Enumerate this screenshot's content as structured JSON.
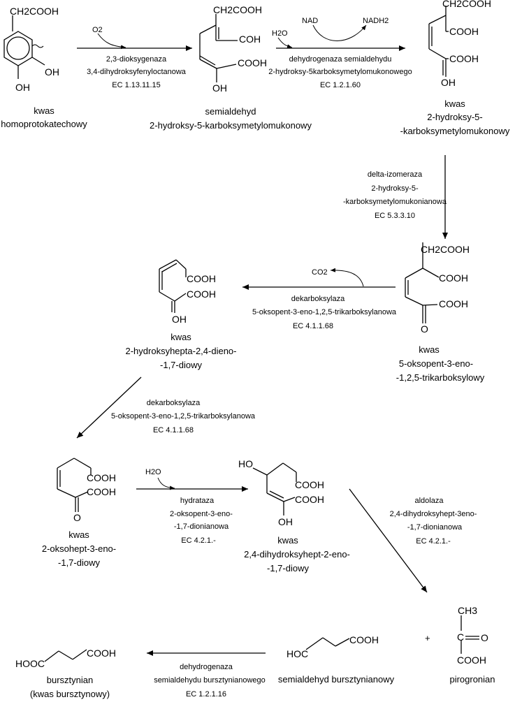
{
  "compounds": {
    "c1": {
      "group_top": "CH2COOH",
      "group_oh1": "OH",
      "group_oh2": "OH",
      "name_line1": "kwas",
      "name_line2": "homoprotokatechowy"
    },
    "c2": {
      "group_top": "CH2COOH",
      "group_cho": "COH",
      "group_cooh": "COOH",
      "group_oh": "OH",
      "name_line1": "semialdehyd",
      "name_line2": "2-hydroksy-5-karboksymetylomukonowy"
    },
    "c3": {
      "group_top": "CH2COOH",
      "group_cooh1": "COOH",
      "group_cooh2": "COOH",
      "group_oh": "OH",
      "name_line1": "kwas",
      "name_line2": "2-hydroksy-5-",
      "name_line3": "-karboksymetylomukonowy"
    },
    "c4": {
      "group_top": "CH2COOH",
      "group_cooh1": "COOH",
      "group_cooh2": "COOH",
      "group_o": "O",
      "name_line1": "kwas",
      "name_line2": "5-oksopent-3-eno-",
      "name_line3": "-1,2,5-trikarboksylowy"
    },
    "c5": {
      "group_cooh1": "COOH",
      "group_cooh2": "COOH",
      "group_oh": "OH",
      "name_line1": "kwas",
      "name_line2": "2-hydroksyhepta-2,4-dieno-",
      "name_line3": "-1,7-diowy"
    },
    "c6": {
      "group_cooh1": "COOH",
      "group_cooh2": "COOH",
      "group_o": "O",
      "name_line1": "kwas",
      "name_line2": "2-oksohept-3-eno-",
      "name_line3": "-1,7-diowy"
    },
    "c7": {
      "group_ho": "HO",
      "group_cooh1": "COOH",
      "group_cooh2": "COOH",
      "group_oh": "OH",
      "name_line1": "kwas",
      "name_line2": "2,4-dihydroksyhept-2-eno-",
      "name_line3": "-1,7-diowy"
    },
    "c8": {
      "group_hoc": "HOC",
      "group_cooh": "COOH",
      "name": "semialdehyd bursztynianowy"
    },
    "c9": {
      "group_ch3": "CH3",
      "group_o": "O",
      "group_cooh": "COOH",
      "plus": "+",
      "name": "pirogronian"
    },
    "c10": {
      "group_hooc": "HOOC",
      "group_cooh": "COOH",
      "name_line1": "bursztynian",
      "name_line2": "(kwas bursztynowy)"
    }
  },
  "reactions": {
    "r1": {
      "cofactor": "O2",
      "enzyme_line1": "2,3-dioksygenaza",
      "enzyme_line2": "3,4-dihydroksyfenyloctanowa",
      "ec": "EC 1.13.11.15"
    },
    "r2": {
      "cofactor_in": "H2O",
      "nad": "NAD",
      "nadh": "NADH2",
      "enzyme_line1": "dehydrogenaza semialdehydu",
      "enzyme_line2": "2-hydroksy-5karboksymetylomukonowego",
      "ec": "EC 1.2.1.60"
    },
    "r3": {
      "enzyme_line1": "delta-izomeraza",
      "enzyme_line2": "2-hydroksy-5-",
      "enzyme_line3": "-karboksymetylomukonianowa",
      "ec": "EC 5.3.3.10"
    },
    "r4": {
      "product": "CO2",
      "enzyme_line1": "dekarboksylaza",
      "enzyme_line2": "5-oksopent-3-eno-1,2,5-trikarboksylanowa",
      "ec": "EC 4.1.1.68"
    },
    "r5": {
      "enzyme_line1": "dekarboksylaza",
      "enzyme_line2": "5-oksopent-3-eno-1,2,5-trikarboksylanowa",
      "ec": "EC 4.1.1.68"
    },
    "r6": {
      "cofactor": "H2O",
      "enzyme_line1": "hydrataza",
      "enzyme_line2": "2-oksopent-3-eno-",
      "enzyme_line3": "-1,7-dionianowa",
      "ec": "EC 4.2.1.-"
    },
    "r7": {
      "enzyme_line1": "aldolaza",
      "enzyme_line2": "2,4-dihydroksyhept-3eno-",
      "enzyme_line3": "-1,7-dionianowa",
      "ec": "EC 4.2.1.-"
    },
    "r8": {
      "enzyme_line1": "dehydrogenaza",
      "enzyme_line2": "semialdehydu bursztynianowego",
      "ec": "EC 1.2.1.16"
    }
  }
}
